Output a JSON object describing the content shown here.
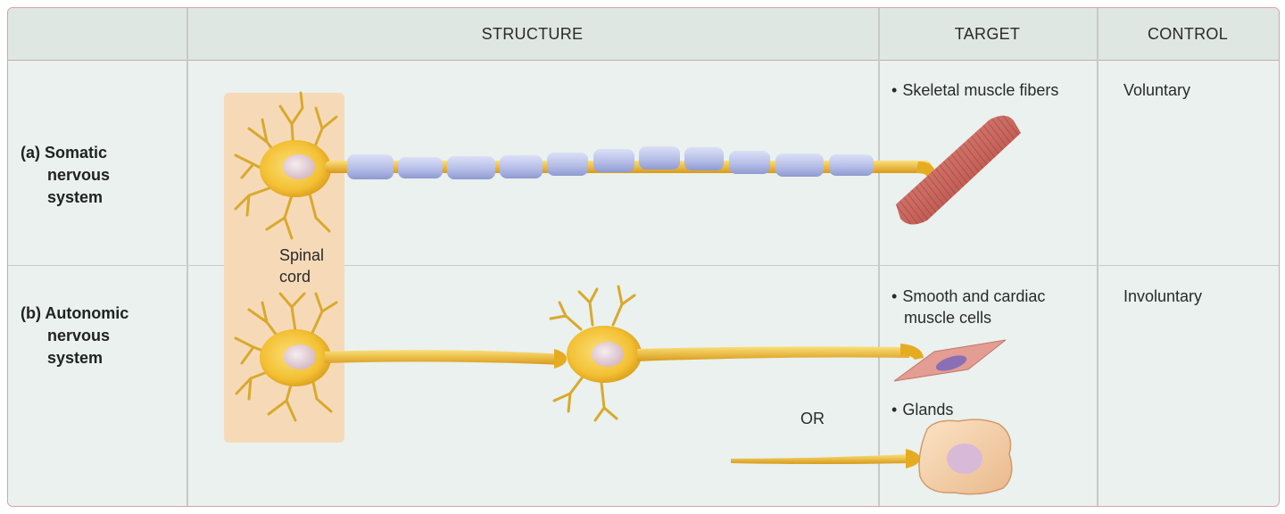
{
  "header": {
    "structure": "STRUCTURE",
    "target": "TARGET",
    "control": "CONTROL"
  },
  "rows": [
    {
      "label_letter": "(a)",
      "label_line1": "Somatic",
      "label_line2": "nervous",
      "label_line3": "system",
      "target": "Skeletal muscle fibers",
      "control": "Voluntary"
    },
    {
      "label_letter": "(b)",
      "label_line1": "Autonomic",
      "label_line2": "nervous",
      "label_line3": "system",
      "target_line1": "Smooth and cardiac",
      "target_line2": "muscle cells",
      "target2": "Glands",
      "control": "Involuntary"
    }
  ],
  "spinal_cord": {
    "line1": "Spinal",
    "line2": "cord"
  },
  "or_label": "OR",
  "colors": {
    "neuron": "#f3c033",
    "spinal_cord_bg": "#f6dab8",
    "myelin": "#b9c2ea",
    "muscle": "#c9574f",
    "table_bg": "#eaf1ee",
    "border": "#d9a3a8"
  }
}
